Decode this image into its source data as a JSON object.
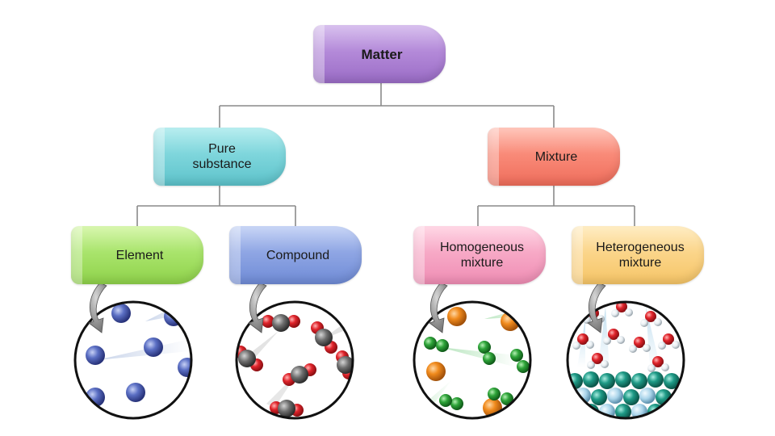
{
  "diagram": {
    "root": {
      "label": "Matter"
    },
    "branches": [
      {
        "label": "Pure\nsubstance"
      },
      {
        "label": "Mixture"
      }
    ],
    "leaves": [
      {
        "label": "Element",
        "illustration": "blue-atoms-icon"
      },
      {
        "label": "Compound",
        "illustration": "gray-red-molecules-icon"
      },
      {
        "label": "Homogeneous\nmixture",
        "illustration": "orange-green-particles-icon"
      },
      {
        "label": "Heterogeneous\nmixture",
        "illustration": "water-molecules-teal-particles-icon"
      }
    ]
  },
  "colors": {
    "matter": "#b48ad9",
    "pure_substance": "#7fd6dc",
    "mixture": "#f98b79",
    "element": "#a9e46c",
    "compound": "#8fa6e4",
    "homogeneous": "#f7a9c6",
    "heterogeneous": "#fbd58a",
    "connector": "#8a8a8a"
  }
}
